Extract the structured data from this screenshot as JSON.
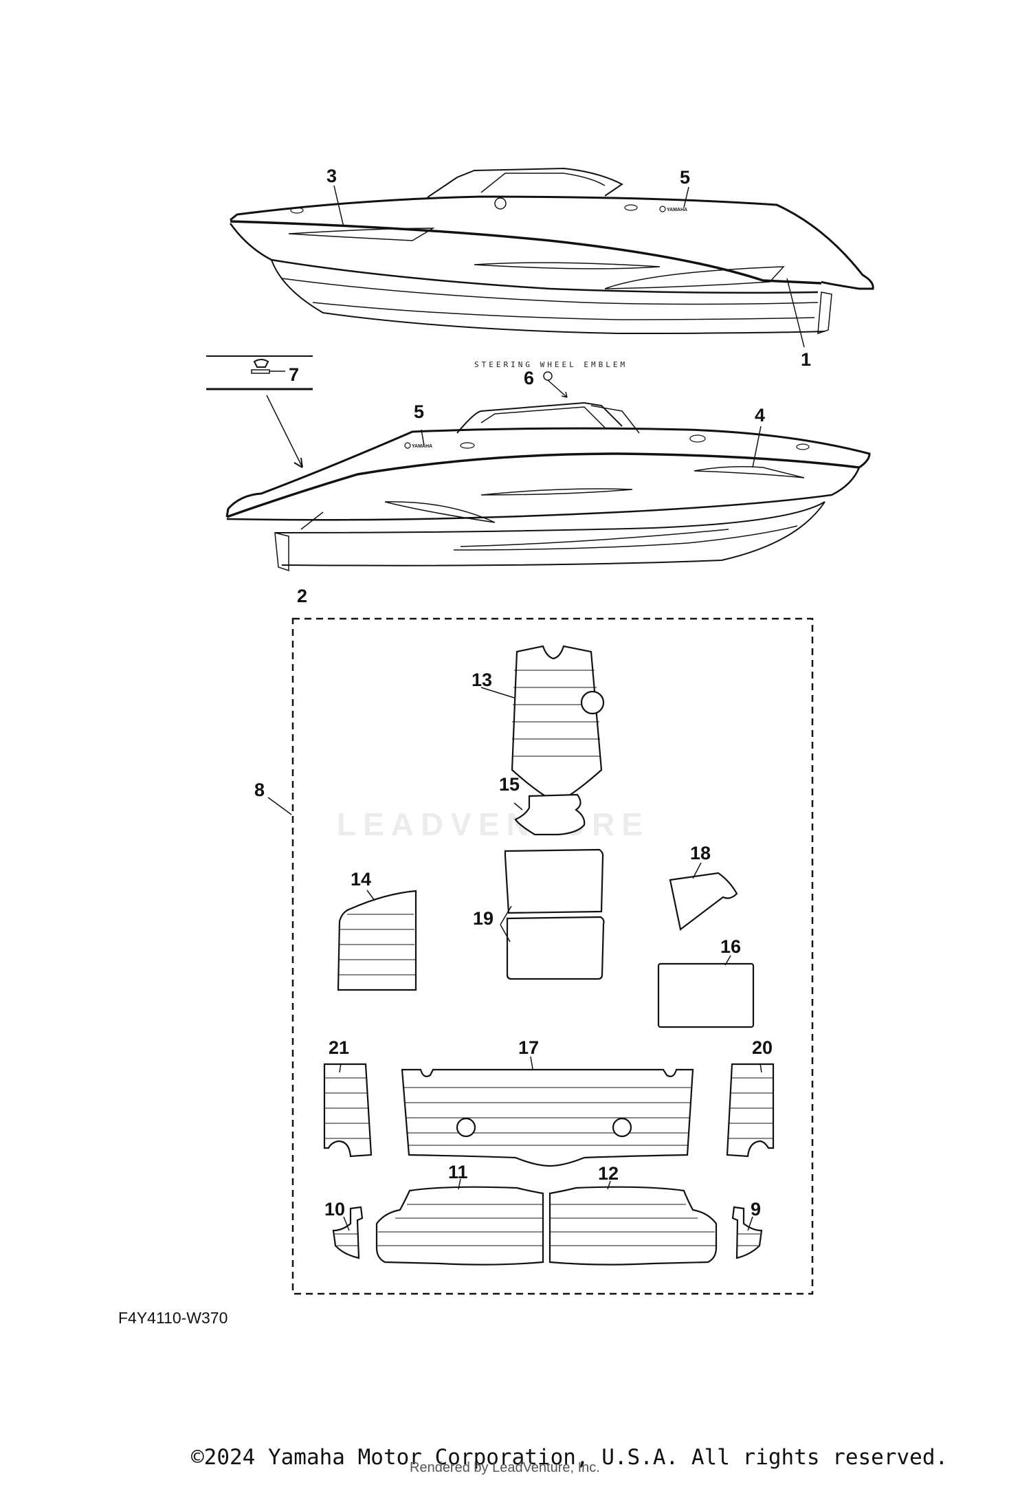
{
  "diagram": {
    "callouts": [
      "1",
      "2",
      "3",
      "4",
      "5",
      "5",
      "6",
      "7",
      "8",
      "9",
      "10",
      "11",
      "12",
      "13",
      "14",
      "15",
      "16",
      "17",
      "18",
      "19",
      "20",
      "21"
    ],
    "steering_emblem_label": "STEERING WHEEL EMBLEM",
    "logo_text": "YAMAHA",
    "diagram_code": "F4Y4110-W370",
    "watermark": "LEADVENTURE",
    "rendered_by": "Rendered by LeadVenture, Inc.",
    "copyright": "©2024 Yamaha Motor Corporation, U.S.A. All rights reserved."
  }
}
